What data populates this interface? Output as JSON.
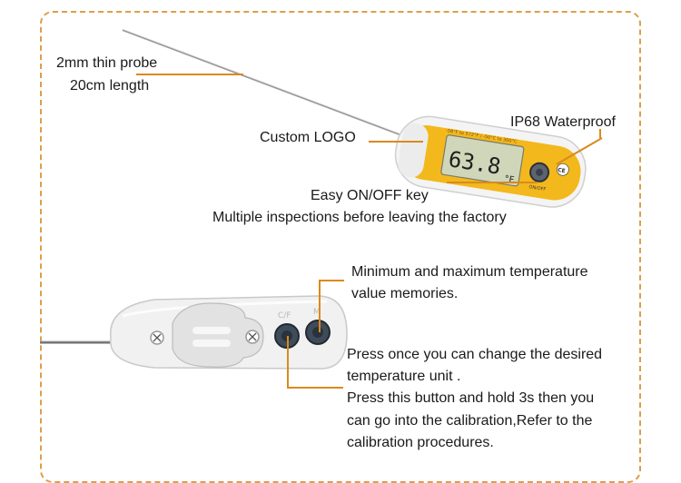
{
  "annotations": {
    "probe_line1": "2mm thin probe",
    "probe_line2": "20cm length",
    "custom_logo": "Custom LOGO",
    "waterproof": "IP68 Waterproof",
    "onoff_key": "Easy ON/OFF key",
    "inspections": "Multiple inspections before leaving the factory",
    "minmax_line1": "Minimum and maximum temperature",
    "minmax_line2": "value memories.",
    "press_line1": "Press once you can change the desired",
    "press_line2": "temperature unit .",
    "press_line3": "Press this button and hold 3s then you",
    "press_line4": "can go into the calibration,Refer to the",
    "press_line5": "calibration procedures."
  },
  "device": {
    "display_reading": "63.8",
    "display_unit": "°F",
    "display_range": "-58°F to 572°F / -50°C to 300°C",
    "power_button_label": "ON/OFF",
    "ce_mark": "CE",
    "button_cf_label": "C/F",
    "button_minmax_label": "M"
  },
  "colors": {
    "accent_line": "#d98a1e",
    "frame_border": "#d9a04a",
    "housing_yellow": "#f3b81c",
    "lcd_background": "#cfd6b9"
  }
}
